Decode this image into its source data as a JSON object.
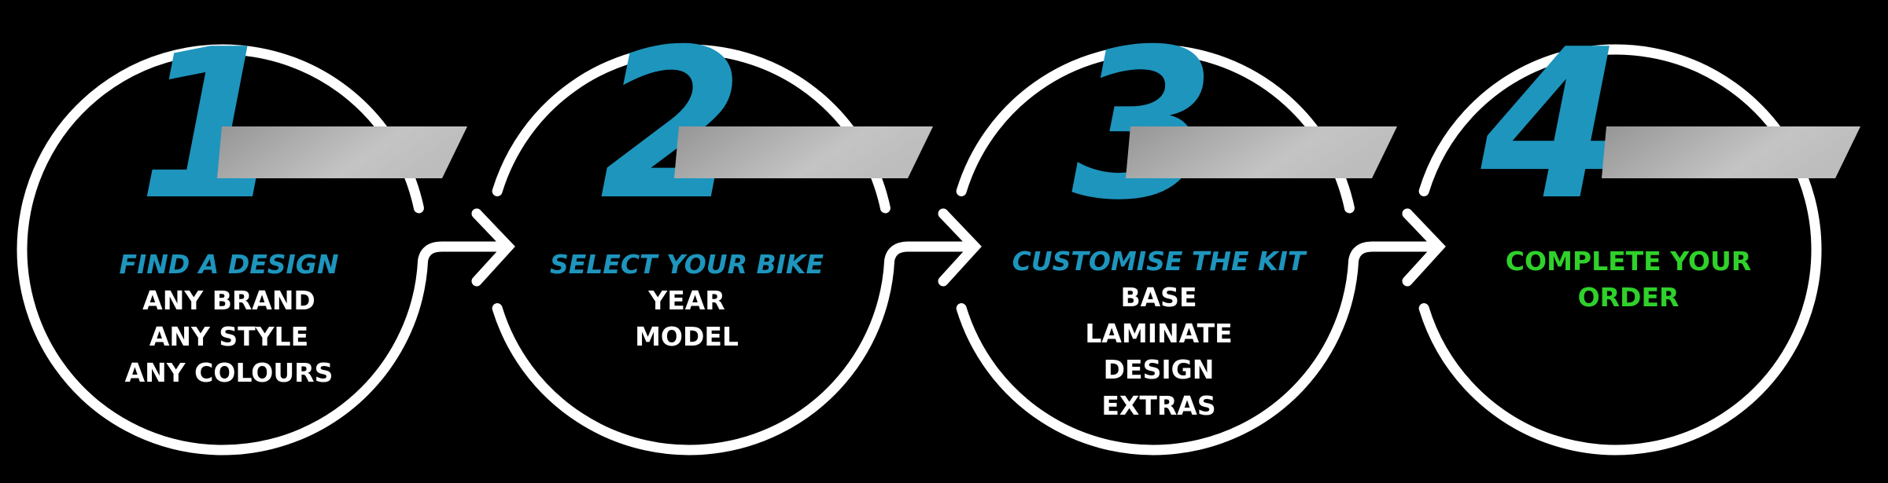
{
  "colors": {
    "accent": "#1e95bd",
    "final": "#2fd12a",
    "text": "#ffffff",
    "ring": "#ffffff",
    "background": "#000000"
  },
  "steps": [
    {
      "number": "1",
      "title": "FIND A DESIGN",
      "lines": [
        "ANY BRAND",
        "ANY STYLE",
        "ANY COLOURS"
      ]
    },
    {
      "number": "2",
      "title": "SELECT YOUR BIKE",
      "lines": [
        "YEAR",
        "MODEL"
      ]
    },
    {
      "number": "3",
      "title": "CUSTOMISE THE KIT",
      "lines": [
        "BASE",
        "LAMINATE",
        "DESIGN",
        "EXTRAS"
      ]
    },
    {
      "number": "4",
      "title": "COMPLETE YOUR",
      "lines": [
        "ORDER"
      ]
    }
  ],
  "icons": [
    "arrow-right-icon",
    "arrow-right-icon",
    "arrow-right-icon"
  ]
}
